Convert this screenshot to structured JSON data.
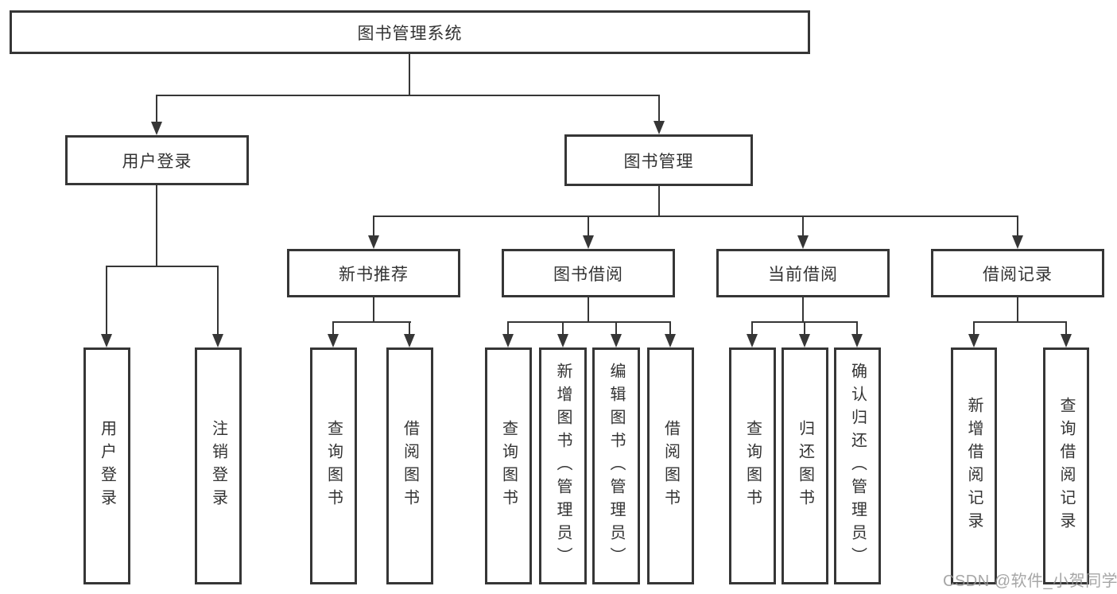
{
  "page": {
    "background": "#ffffff"
  },
  "diagram": {
    "type": "hierarchy",
    "line_color": "#363636",
    "text_color": "#333333",
    "root": "图书管理系统",
    "level2": [
      "用户登录",
      "图书管理"
    ],
    "level3": [
      "新书推荐",
      "图书借阅",
      "当前借阅",
      "借阅记录"
    ],
    "leaves": {
      "login": [
        "用户登录",
        "注销登录"
      ],
      "recommend": [
        "查询图书",
        "借阅图书"
      ],
      "borrow": [
        "查询图书",
        "新增图书（管理员）",
        "编辑图书（管理员）",
        "借阅图书"
      ],
      "current": [
        "查询图书",
        "归还图书",
        "确认归还（管理员）"
      ],
      "records": [
        "新增借阅记录",
        "查询借阅记录"
      ]
    }
  },
  "watermark": {
    "text": "CSDN @软件_小贺同学",
    "color": "#969696"
  }
}
